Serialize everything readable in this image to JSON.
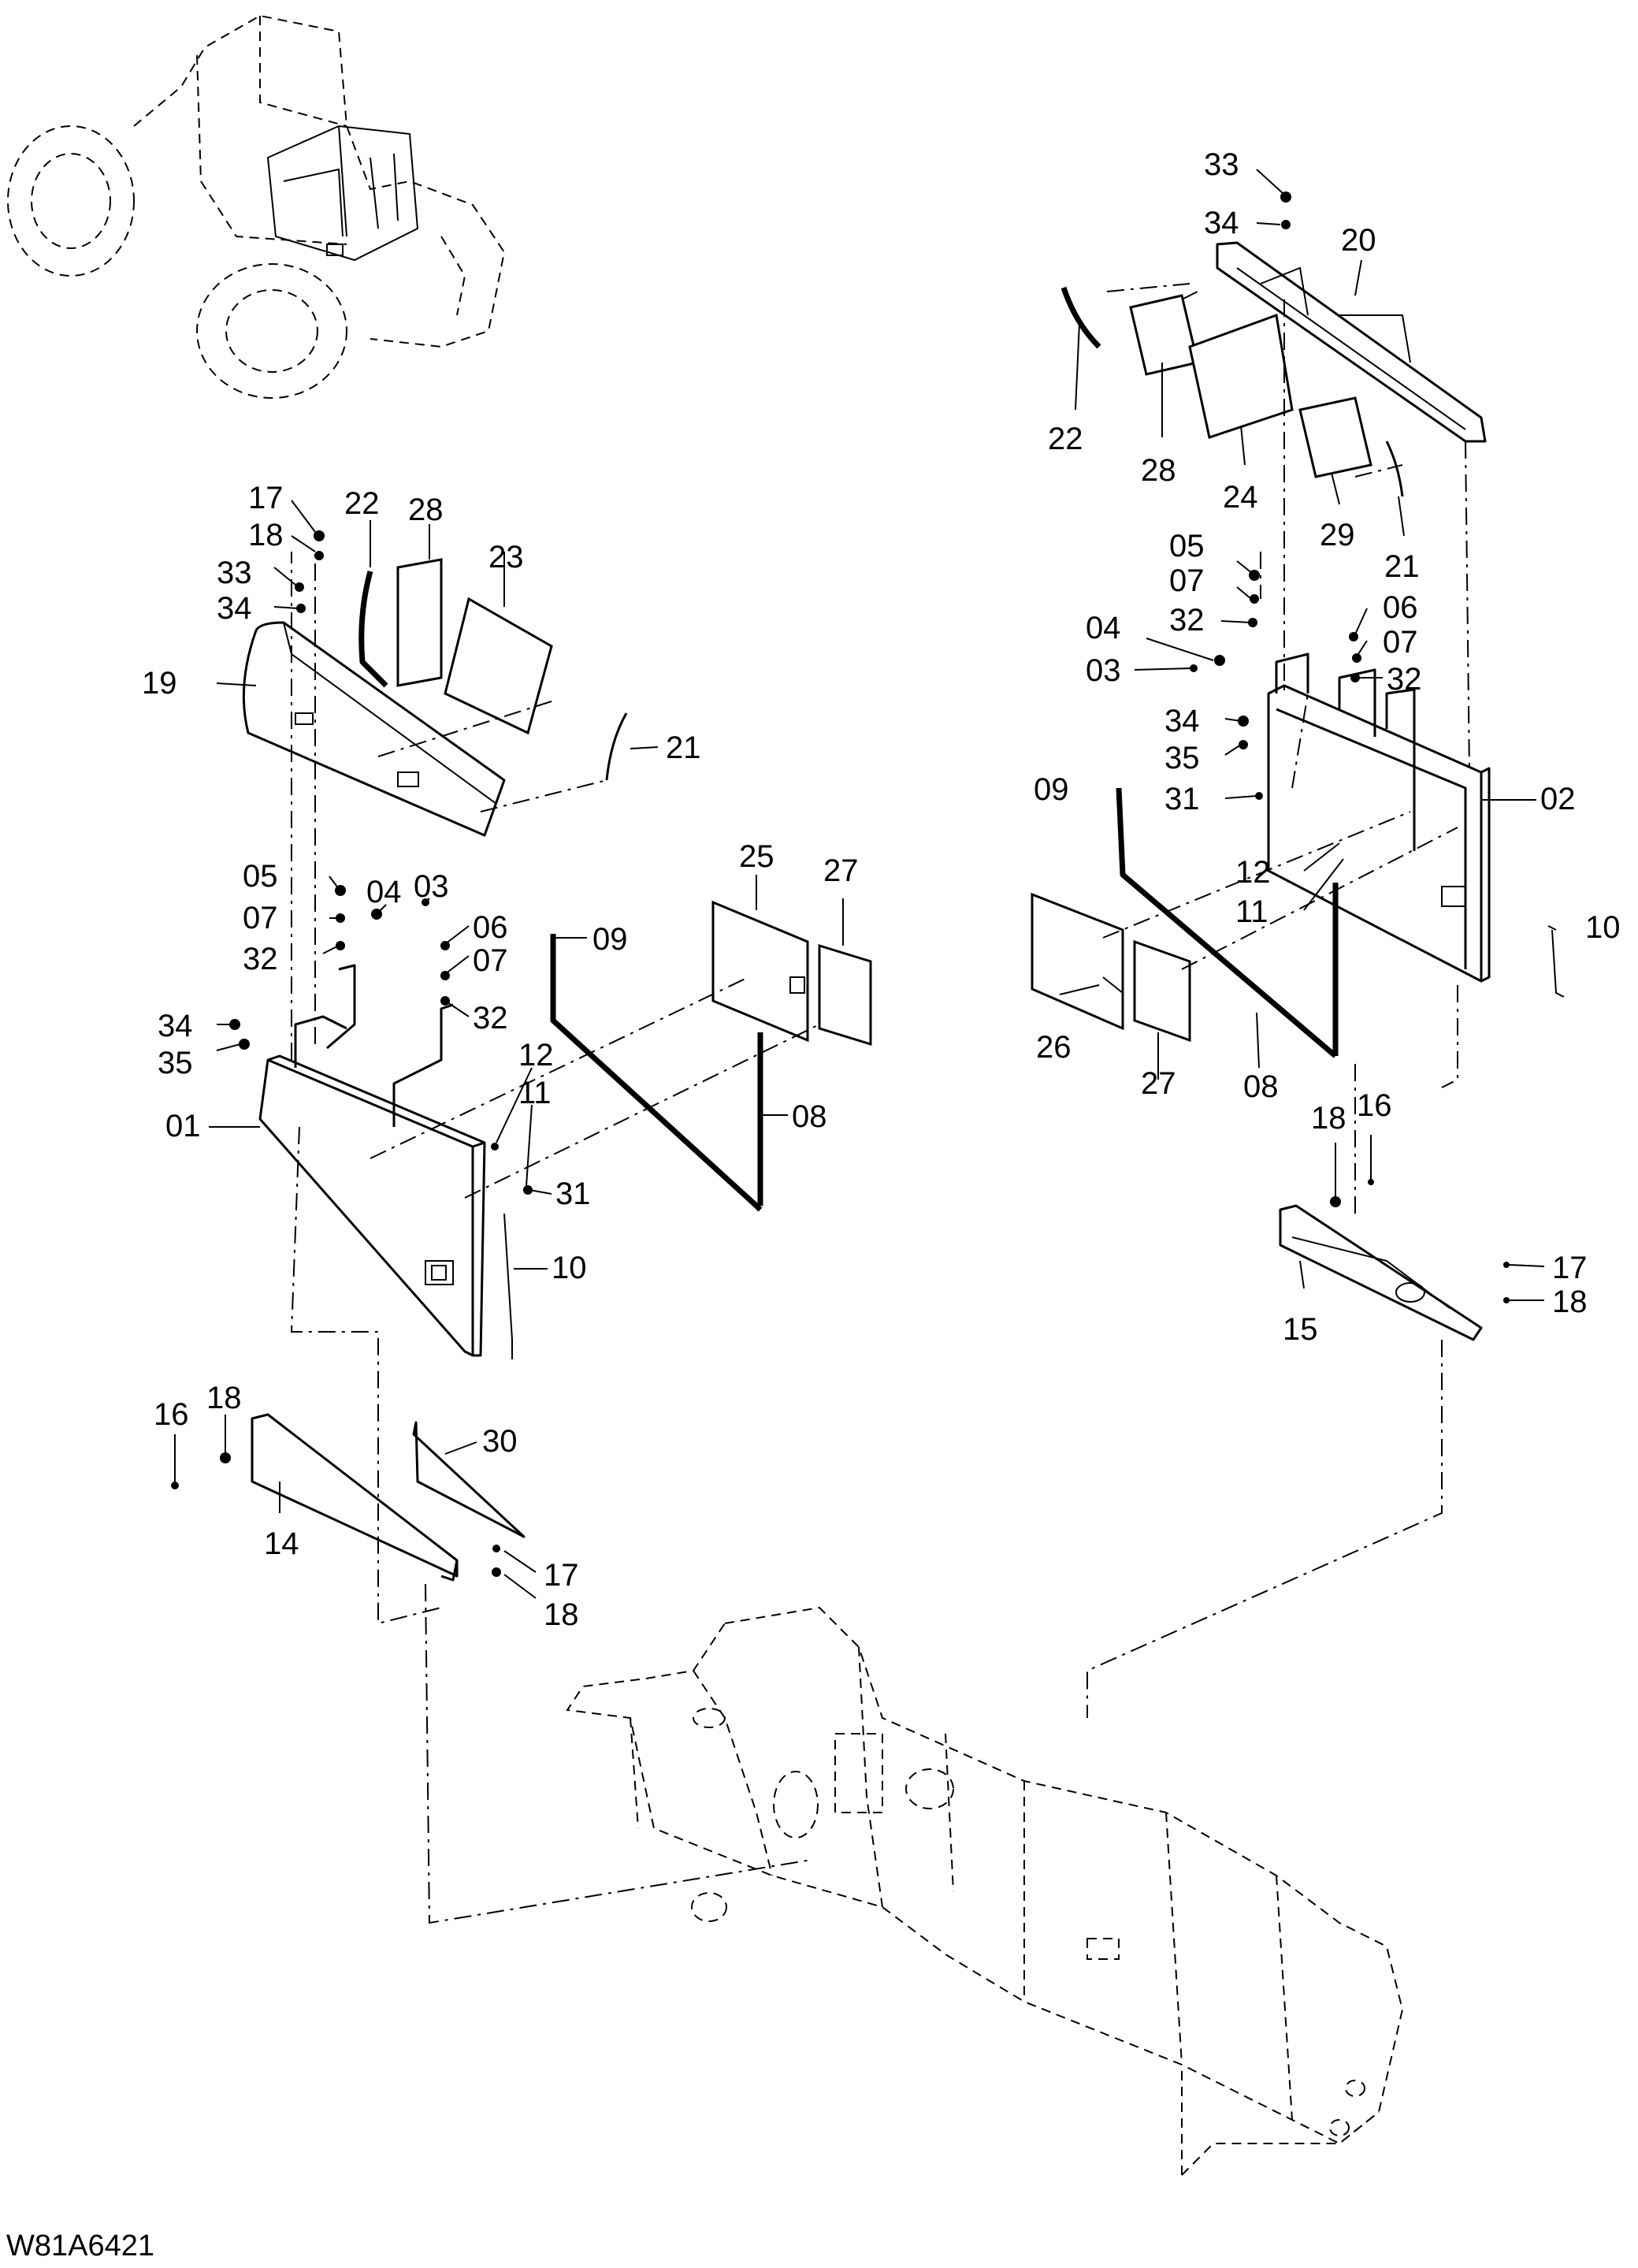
{
  "drawing_code": "W81A6421",
  "callouts": {
    "upper_right": {
      "c33": "33",
      "c34": "34",
      "c20": "20",
      "c22": "22",
      "c28": "28",
      "c24": "24",
      "c29": "29",
      "c21": "21",
      "c05": "05",
      "c07a": "07",
      "c32a": "32",
      "c04": "04",
      "c03": "03",
      "c06": "06",
      "c07b": "07",
      "c32b": "32",
      "c34b": "34",
      "c35": "35",
      "c31": "31",
      "c02": "02",
      "c09": "09",
      "c12": "12",
      "c11": "11",
      "c10": "10",
      "c26": "26",
      "c27": "27",
      "c08": "08",
      "c18": "18",
      "c16": "16",
      "c17": "17",
      "c18b": "18",
      "c15": "15"
    },
    "left": {
      "c17": "17",
      "c18": "18",
      "c33": "33",
      "c34": "34",
      "c22": "22",
      "c28": "28",
      "c23": "23",
      "c19": "19",
      "c21": "21",
      "c05": "05",
      "c07a": "07",
      "c32a": "32",
      "c04": "04",
      "c03": "03",
      "c06": "06",
      "c07b": "07",
      "c32b": "32",
      "c09": "09",
      "c25": "25",
      "c27": "27",
      "c34b": "34",
      "c35": "35",
      "c01": "01",
      "c12": "12",
      "c11": "11",
      "c08": "08",
      "c31": "31",
      "c10": "10",
      "c16": "16",
      "c18b": "18",
      "c30": "30",
      "c14": "14",
      "c17b": "17",
      "c18c": "18"
    }
  },
  "icons": [
    "machine-overview-icon",
    "frame-chassis-icon"
  ]
}
